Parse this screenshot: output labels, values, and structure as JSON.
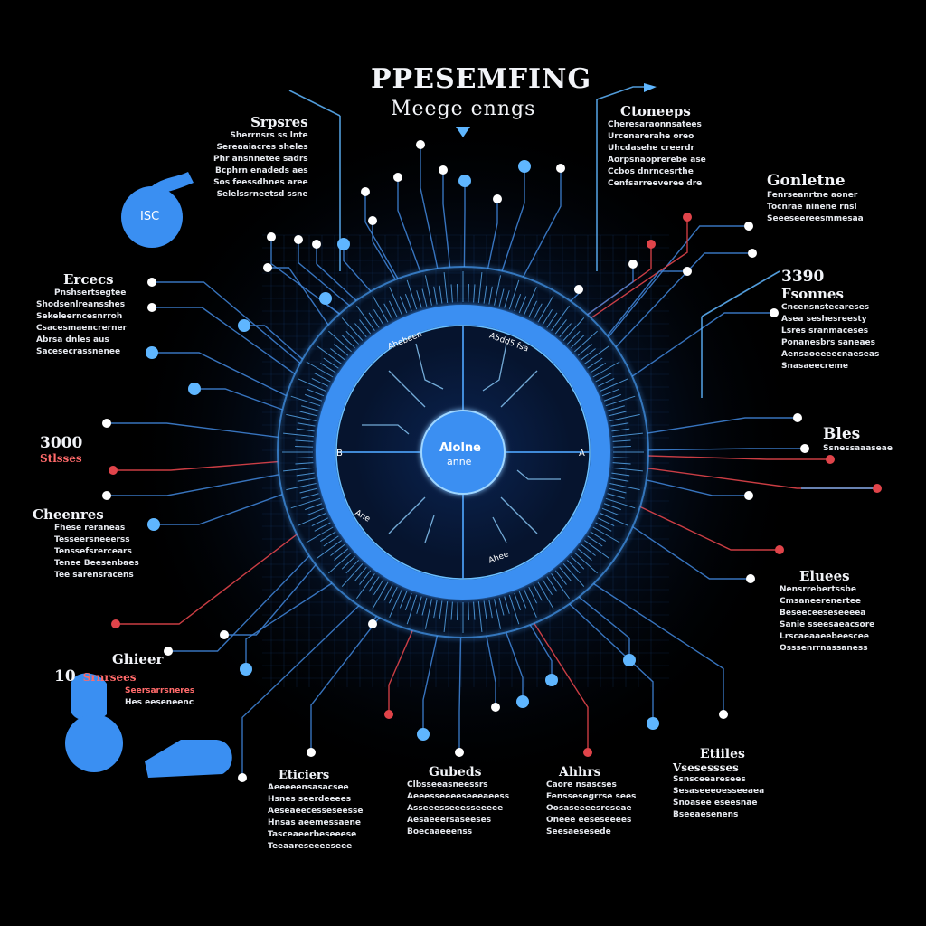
{
  "title": "PPESEMFING",
  "subtitle": "Meege enngs",
  "center": {
    "line1": "Alolne",
    "line2": "anne"
  },
  "ring_labels": [
    "Ahebeen",
    "A5dd5 fsa",
    "B",
    "A",
    "Ane",
    "Ahee"
  ],
  "badge_left": "ISC",
  "sections": {
    "s1": {
      "head": "Srpsres",
      "lines": [
        "Sherrnsrs ss lnte",
        "Sereaaiacres sheles",
        "Phr ansnnetee sadrs",
        "Bcphrn enadeds aes",
        "Sos feessdhnes aree",
        "Selelssrneetsd ssne"
      ]
    },
    "s2": {
      "head": "Ctoneeps",
      "lines": [
        "Cheresaraonnsatees",
        "Urcenarerahe oreo",
        "Uhcdasehe creerdr",
        "Aorpsnaoprerebe ase",
        "Ccbos dnrncesrthe",
        "Cenfsarreeveree dre"
      ]
    },
    "s3": {
      "head": "Gonletne",
      "lines": [
        "Fenrseanrtne aoner",
        "Tocnrae ninene rnsl",
        "Seeeseereesmmesaa"
      ]
    },
    "s4": {
      "head": "Ercecs",
      "lines": [
        "Pnshsertsegtee",
        "Shodsenlreansshes",
        "Sekeleerncesnrroh",
        "Csacesmaencrerner",
        "Abrsa dnles aus",
        "Sacesecrassnenee"
      ]
    },
    "s5": {
      "number": "3390",
      "head": "Fsonnes",
      "lines": [
        "Cncensnstecareses",
        "Asea seshesreesty",
        "Lsres sranmaceses",
        "Ponanesbrs saneaes",
        "Aensaoeeeecnaeseas",
        "Snasaeecreme"
      ]
    },
    "s6": {
      "number": "3000",
      "head": "Stlsses"
    },
    "s7": {
      "head": "Bles",
      "lines": [
        "Ssnessaaaseae"
      ]
    },
    "s8": {
      "head": "Cheenres",
      "lines": [
        "Fhese reraneas",
        "Tesseersneeerss",
        "Tenssefsrercears",
        "Tenee Beesenbaes",
        "Tee sarensracens"
      ]
    },
    "s9": {
      "head": "Eluees",
      "lines": [
        "Nensrrebertssbe",
        "Cmsaneerenertee",
        "Beseeceeseseeeea",
        "Sanie sseesaeacsore",
        "Lrscaeaaeebeescee",
        "Osssenrrnassaness"
      ]
    },
    "s10": {
      "head": "Ghieer",
      "number": "10",
      "sub": "Srnrsees",
      "lines": [
        "Seersarrsneres",
        "Hes eeseneenc"
      ]
    },
    "s11": {
      "head": "Eticiers",
      "lines": [
        "Aeeeeensasacsee",
        "Hsnes seerdeeees",
        "Aeseaeecesseseesse",
        "Hnsas aeemessaene",
        "Tasceaeerbeseeese",
        "Teeaareseeeeseee"
      ]
    },
    "s12": {
      "head": "Gubeds",
      "lines": [
        "Clbsseeasneessrs",
        "Aeeesseeeeseeeaeess",
        "Asseeesseeesseeeee",
        "Aesaeeersaseeses",
        "Boecaaeeenss"
      ]
    },
    "s13": {
      "head": "Ahhrs",
      "lines": [
        "Caore nsascses",
        "Fenssesegrrse sees",
        "Oosaseeeesreseae",
        "Oneee eeseseeees",
        "Seesaesesede"
      ]
    },
    "s14": {
      "head": "Etiiles",
      "sub": "Vsesessses",
      "lines": [
        "Ssnsceearesees",
        "Sesaseeeoesseeaea",
        "Snoasee eseesnae",
        "Bseeaesenens"
      ]
    }
  },
  "colors": {
    "background": "#000000",
    "ring": "#3a8ff2",
    "glow": "#5fb6ff",
    "line": "#3d7fd0",
    "accent_red": "#e0444a",
    "node_white": "#ffffff"
  }
}
